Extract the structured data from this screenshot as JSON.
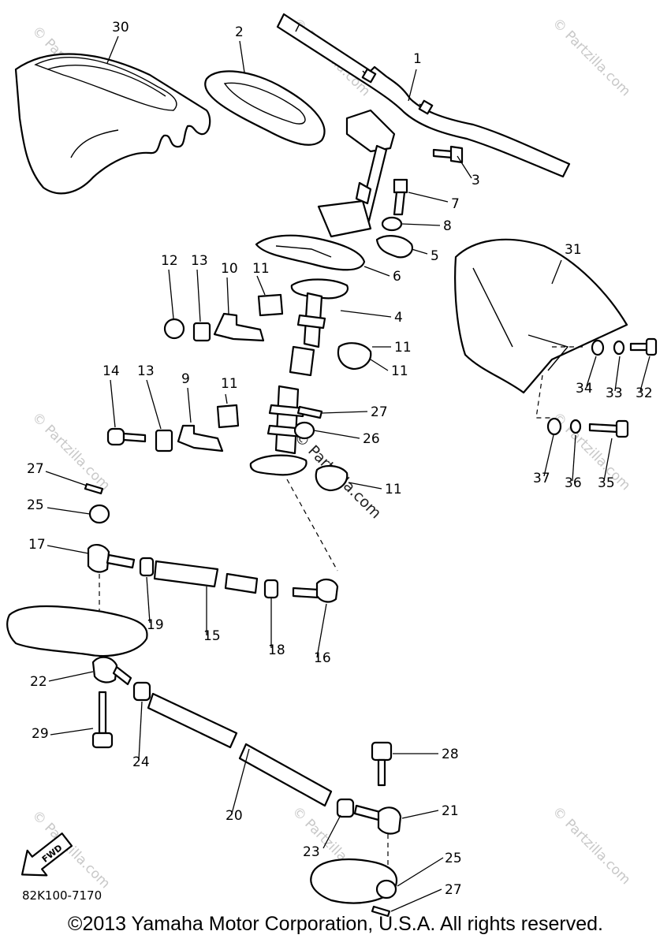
{
  "callouts": [
    "1",
    "2",
    "3",
    "4",
    "5",
    "6",
    "7",
    "8",
    "9",
    "10",
    "11",
    "11",
    "11",
    "11",
    "11",
    "12",
    "13",
    "13",
    "14",
    "15",
    "16",
    "17",
    "18",
    "19",
    "20",
    "21",
    "22",
    "23",
    "24",
    "25",
    "25",
    "26",
    "27",
    "27",
    "27",
    "28",
    "29",
    "30",
    "31",
    "32",
    "33",
    "34",
    "35",
    "36",
    "37"
  ],
  "fwd_label": "FWD",
  "drawing_code": "82K100-7170",
  "watermark": "© Partzilla.com",
  "copyright": "©2013  Yamaha Motor Corporation, U.S.A. All rights reserved."
}
